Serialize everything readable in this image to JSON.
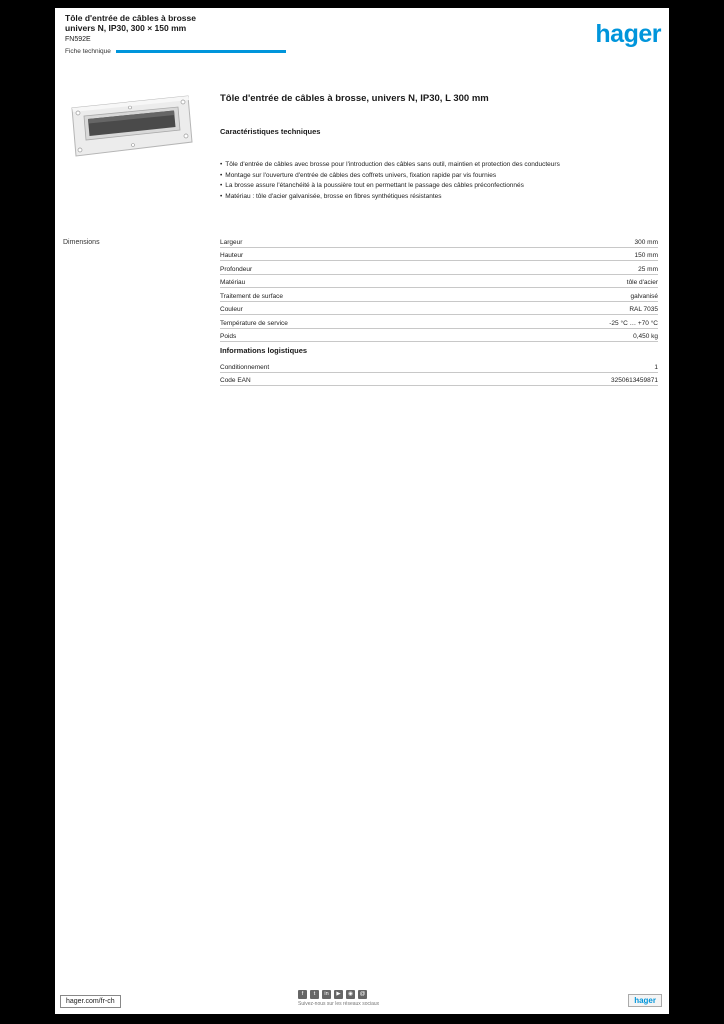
{
  "colors": {
    "accent": "#0095DB",
    "plate": "#e6e6e6",
    "brush": "#4a4a4a"
  },
  "header": {
    "line1": "Tôle d'entrée de câbles à brosse",
    "line2": "univers N, IP30, 300 × 150 mm",
    "line3": "FN592E",
    "doc_label": "Fiche technique",
    "logo": "hager"
  },
  "product": {
    "title": "Tôle d'entrée de câbles à brosse, univers N, IP30, L 300 mm",
    "section_title": "Caractéristiques techniques"
  },
  "bullets": {
    "glyph": "•",
    "items": [
      "Tôle d'entrée de câbles avec brosse pour l'introduction des câbles sans outil, maintien et protection des conducteurs",
      "Montage sur l'ouverture d'entrée de câbles des coffrets univers, fixation rapide par vis fournies",
      "La brosse assure l'étanchéité à la poussière tout en permettant le passage des câbles préconfectionnés",
      "Matériau : tôle d'acier galvanisée, brosse en fibres synthétiques résistantes"
    ]
  },
  "side_label": "Dimensions",
  "specs": {
    "rows": [
      {
        "label": "Largeur",
        "value": "300 mm"
      },
      {
        "label": "Hauteur",
        "value": "150 mm"
      },
      {
        "label": "Profondeur",
        "value": "25 mm"
      },
      {
        "label": "Matériau",
        "value": "tôle d'acier"
      },
      {
        "label": "Traitement de surface",
        "value": "galvanisé"
      },
      {
        "label": "Couleur",
        "value": "RAL 7035"
      },
      {
        "label": "Température de service",
        "value": "-25 °C … +70 °C"
      },
      {
        "label": "Poids",
        "value": "0,450 kg"
      }
    ]
  },
  "logistics": {
    "section_title": "Informations logistiques",
    "rows": [
      {
        "label": "Conditionnement",
        "value": "1"
      },
      {
        "label": "Code EAN",
        "value": "3250613459871"
      }
    ]
  },
  "footer": {
    "site": "hager.com/fr-ch",
    "caption": "Suivez-nous sur les réseaux sociaux",
    "logo": "hager",
    "icons": [
      {
        "glyph": "f"
      },
      {
        "glyph": "t"
      },
      {
        "glyph": "in"
      },
      {
        "glyph": "▶"
      },
      {
        "glyph": "◉"
      },
      {
        "glyph": "@"
      }
    ]
  }
}
